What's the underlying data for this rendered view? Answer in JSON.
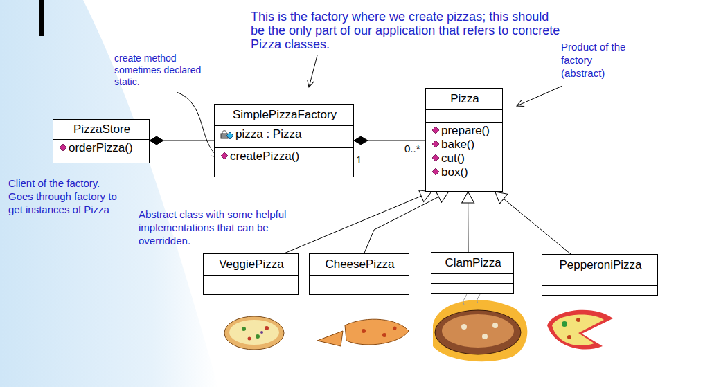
{
  "diagram": {
    "nodes": [
      {
        "text": [
          "PizzaStore",
          "orderPizza()"
        ]
      },
      {
        "text": [
          "SimplePizzaFactory",
          "pizza : Pizza",
          "createPizza()"
        ]
      },
      {
        "text": [
          "Pizza",
          "prepare()",
          "bake()",
          "cut()",
          "box()"
        ]
      },
      {
        "text": [
          "VeggiePizza"
        ]
      },
      {
        "text": [
          "CheesePizza"
        ]
      },
      {
        "text": [
          "ClamPizza"
        ]
      },
      {
        "text": [
          "PepperoniPizza"
        ]
      }
    ],
    "edges": [
      {
        "from": 1,
        "to": 0,
        "arrow": "to"
      },
      {
        "from": 2,
        "to": 1,
        "arrow": "to"
      },
      {
        "from": 3,
        "to": 2,
        "arrow": "to"
      },
      {
        "from": 4,
        "to": 2,
        "arrow": "to"
      },
      {
        "from": 5,
        "to": 2,
        "arrow": "to"
      },
      {
        "from": 6,
        "to": 2,
        "arrow": "to"
      }
    ],
    "labels": [
      "This is the factory where we create pizzas; this should be the only part of our application that refers to concrete Pizza classes.",
      "create method sometimes declared static.",
      "Product of the factory (abstract)",
      "Client of the factory. Goes through factory to get instances of Pizza",
      "Abstract class with some helpful implementations that can be overridden.",
      "0..*",
      "1"
    ]
  }
}
